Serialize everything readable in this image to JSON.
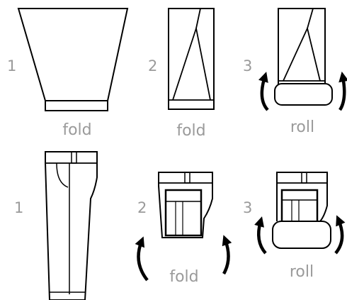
{
  "colors": {
    "line": "#000000",
    "label": "#9a9a9a",
    "background": "#ffffff"
  },
  "rows": [
    {
      "id": "shirt",
      "steps": [
        {
          "number": "1",
          "caption": "fold"
        },
        {
          "number": "2",
          "caption": "fold"
        },
        {
          "number": "3",
          "caption": "roll"
        }
      ]
    },
    {
      "id": "pants",
      "steps": [
        {
          "number": "1",
          "caption": ""
        },
        {
          "number": "2",
          "caption": "fold"
        },
        {
          "number": "3",
          "caption": "roll"
        }
      ]
    }
  ],
  "icons": [
    "curved-arrow-icon"
  ]
}
